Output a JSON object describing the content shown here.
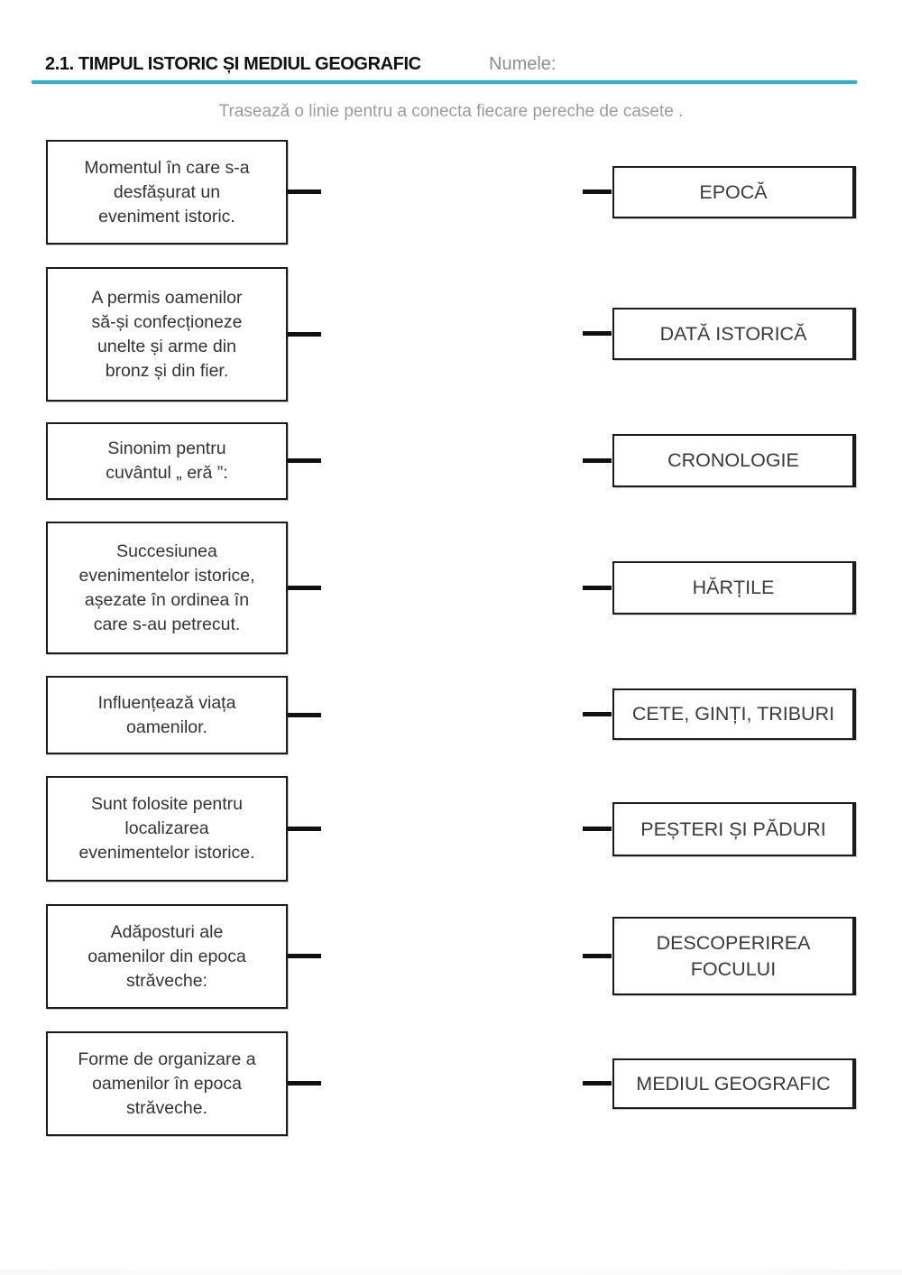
{
  "theme": {
    "accent_color": "#29b2d6"
  },
  "header": {
    "title": "2.1. TIMPUL ISTORIC ȘI MEDIUL GEOGRAFIC",
    "name_label": "Numele:"
  },
  "instruction": "Trasează o linie pentru a conecta fiecare pereche de casete .",
  "left_boxes": [
    {
      "text": "Momentul în care s-a\ndesfășurat un\neveniment istoric."
    },
    {
      "text": "A permis oamenilor\nsă-și confecționeze\nunelte și arme din\nbronz și din fier."
    },
    {
      "text": "Sinonim pentru\ncuvântul „ eră ”:"
    },
    {
      "text": "Succesiunea\nevenimentelor istorice,\nașezate în ordinea în\ncare s-au petrecut."
    },
    {
      "text": "Influențează viața\noamenilor."
    },
    {
      "text": "Sunt folosite pentru\nlocalizarea\nevenimentelor istorice."
    },
    {
      "text": "Adăposturi ale\noamenilor din epoca\nstrăveche:"
    },
    {
      "text": "Forme de organizare a\noamenilor în epoca\nstrăveche."
    }
  ],
  "right_boxes": [
    {
      "label": "EPOCĂ"
    },
    {
      "label": "DATĂ ISTORICĂ"
    },
    {
      "label": "CRONOLOGIE"
    },
    {
      "label": "HĂRȚILE"
    },
    {
      "label": "CETE, GINȚI, TRIBURI"
    },
    {
      "label": "PEȘTERI ȘI PĂDURI"
    },
    {
      "label": "DESCOPERIREA\nFOCULUI"
    },
    {
      "label": "MEDIUL GEOGRAFIC"
    }
  ]
}
